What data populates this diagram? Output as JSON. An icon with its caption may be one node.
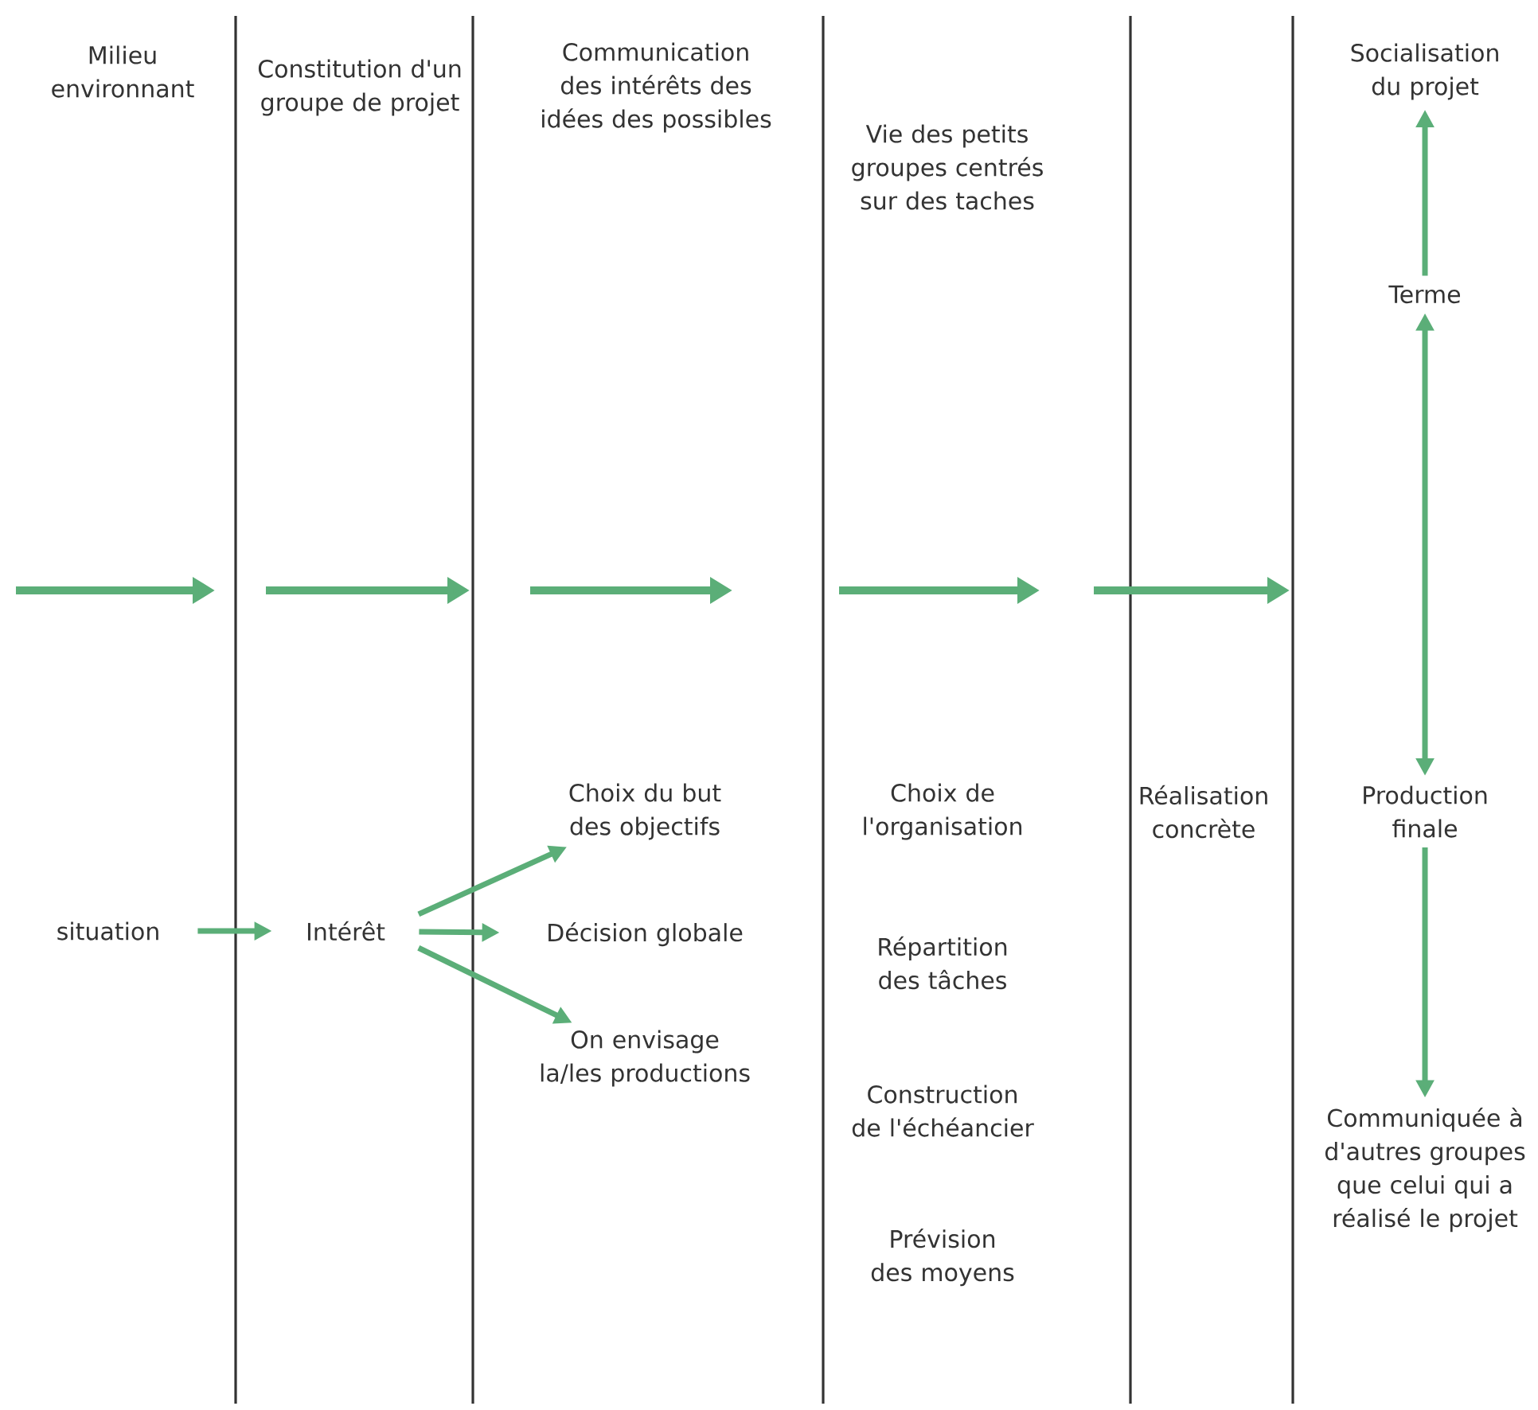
{
  "diagram": {
    "nodes": [
      {
        "text": [
          "situation"
        ]
      },
      {
        "text": [
          "Intérêt"
        ]
      },
      {
        "text": [
          "Choix du but des objectifs"
        ]
      },
      {
        "text": [
          "Décision globale"
        ]
      },
      {
        "text": [
          "On envisage la/les productions"
        ]
      },
      {
        "text": [
          "Terme"
        ]
      },
      {
        "text": [
          "Production finale"
        ]
      },
      {
        "text": [
          "Communiquée à d'autres groupes que celui qui a réalisé le projet"
        ]
      },
      {
        "text": [
          "Socialisation du projet"
        ]
      }
    ],
    "edges": [
      {
        "from": 0,
        "to": 1,
        "arrow": "to"
      },
      {
        "from": 1,
        "to": 2,
        "arrow": "to"
      },
      {
        "from": 1,
        "to": 3,
        "arrow": "to"
      },
      {
        "from": 1,
        "to": 4,
        "arrow": "to"
      },
      {
        "from": 5,
        "to": 8,
        "arrow": "to"
      },
      {
        "from": 5,
        "to": 6,
        "arrow": "both"
      },
      {
        "from": 6,
        "to": 7,
        "arrow": "to"
      }
    ],
    "labels": [
      "Milieu environnant",
      "Constitution d'un groupe de projet",
      "Communication des intérêts des idées des possibles",
      "Vie des petits groupes centrés sur des taches",
      "Choix de l'organisation",
      "Réalisation concrète",
      "Répartition des tâches",
      "Construction de l'échéancier",
      "Prévision des moyens"
    ]
  }
}
